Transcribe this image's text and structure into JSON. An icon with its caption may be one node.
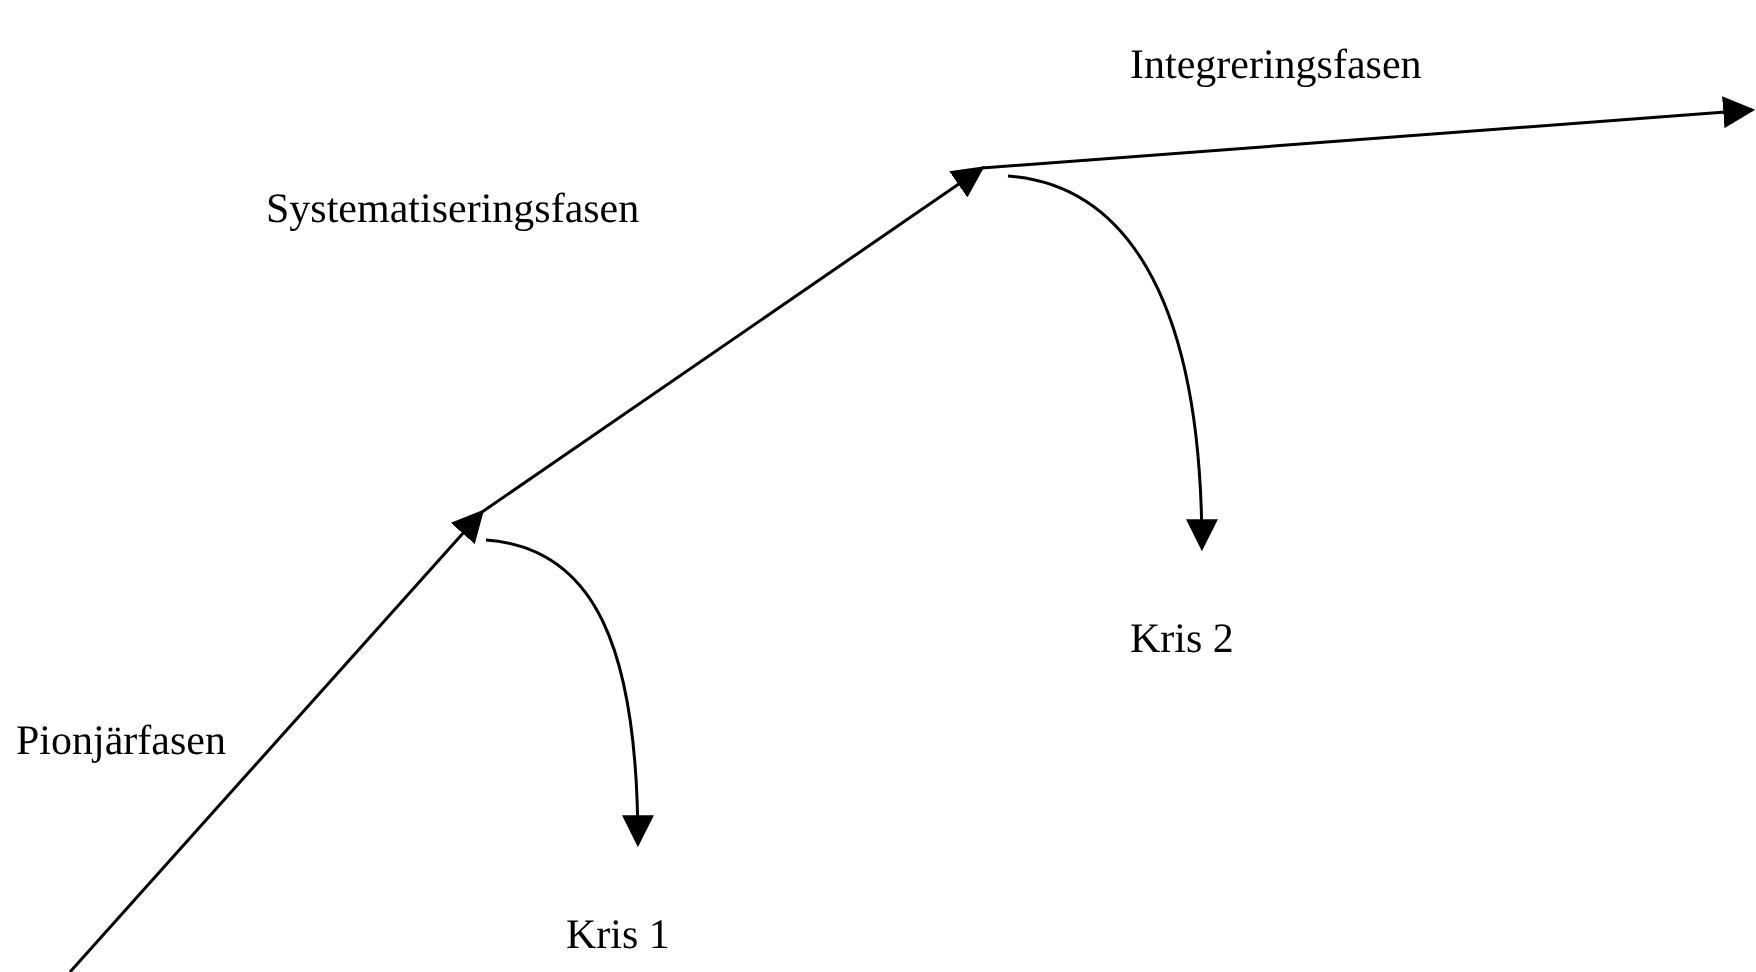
{
  "diagram": {
    "nodes": [
      {
        "text": [
          "Kris 2"
        ]
      },
      {
        "text": [
          "Kris 1"
        ]
      }
    ],
    "edges": [
      {
        "from": null,
        "to": 0,
        "arrow": "to"
      },
      {
        "from": null,
        "to": 1,
        "arrow": "to"
      }
    ],
    "labels": [
      "Integreringsfasen",
      "Systematiseringsfasen",
      "Pionjärfasen"
    ]
  }
}
